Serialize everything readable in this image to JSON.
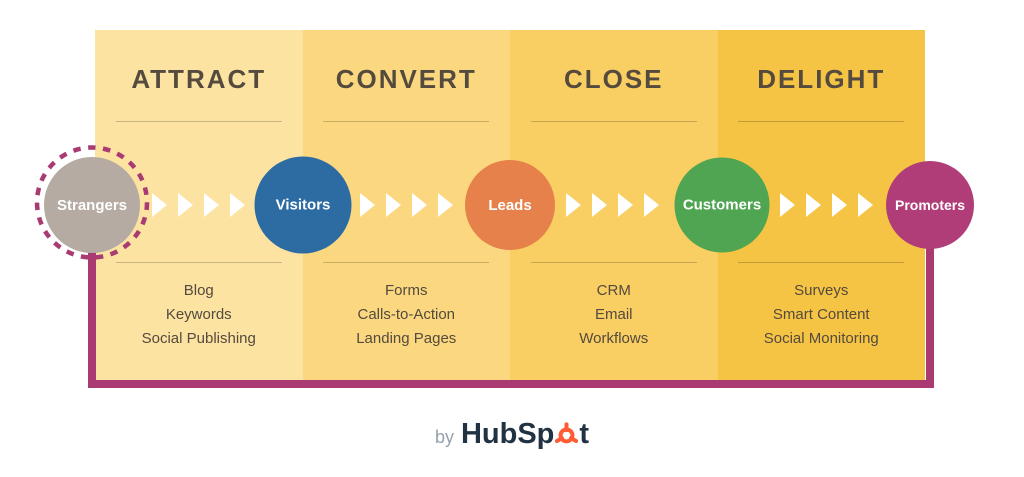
{
  "stages": [
    {
      "title": "ATTRACT",
      "tools": [
        "Blog",
        "Keywords",
        "Social Publishing"
      ]
    },
    {
      "title": "CONVERT",
      "tools": [
        "Forms",
        "Calls-to-Action",
        "Landing Pages"
      ]
    },
    {
      "title": "CLOSE",
      "tools": [
        "CRM",
        "Email",
        "Workflows"
      ]
    },
    {
      "title": "DELIGHT",
      "tools": [
        "Surveys",
        "Smart Content",
        "Social Monitoring"
      ]
    }
  ],
  "personas": [
    "Strangers",
    "Visitors",
    "Leads",
    "Customers",
    "Promoters"
  ],
  "footer": {
    "by_label": "by",
    "brand_part1": "HubSp",
    "brand_part2": "t"
  },
  "icons": {
    "arrow": "right-triangle",
    "sprocket": "hubspot-sprocket",
    "ring": "dashed-circle"
  },
  "colors": {
    "col_attract": "#fce3a2",
    "col_convert": "#fbd880",
    "col_close": "#f9ce62",
    "col_delight": "#f6c445",
    "heading": "#544a3d",
    "body_text": "#544a3d",
    "frame": "#a93a72",
    "arrow": "#ffffff",
    "circle_strangers": "#b5aba2",
    "circle_visitors": "#2d6ca3",
    "circle_leads": "#e6814c",
    "circle_customers": "#4fa551",
    "circle_promoters": "#b13d78",
    "byline": "#95a1ab",
    "brand_dark": "#213343",
    "brand_orange": "#ff5c35"
  }
}
